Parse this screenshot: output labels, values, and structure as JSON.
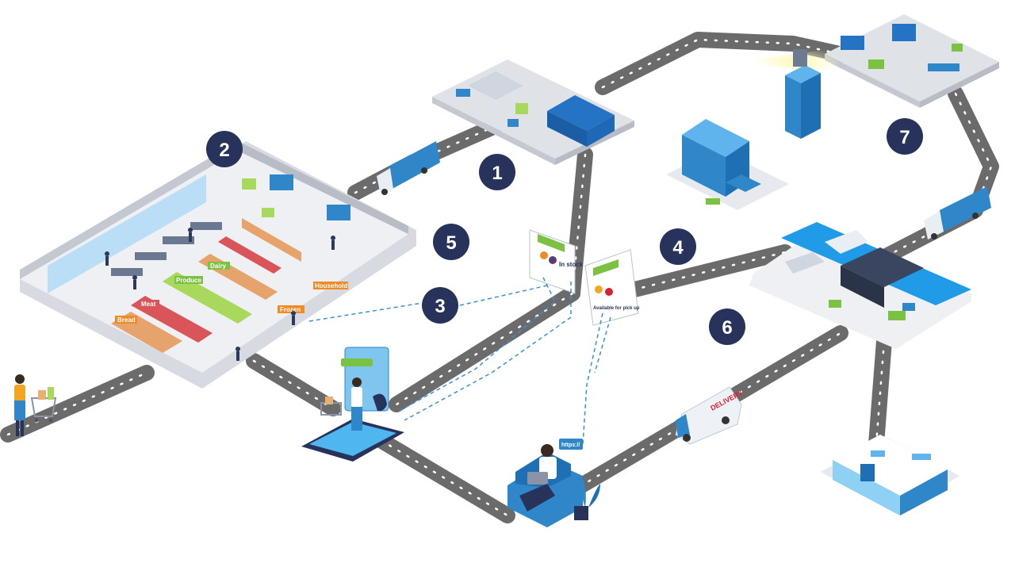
{
  "diagram": {
    "steps": [
      {
        "label": "1"
      },
      {
        "label": "2"
      },
      {
        "label": "3"
      },
      {
        "label": "4"
      },
      {
        "label": "5"
      },
      {
        "label": "6"
      },
      {
        "label": "7"
      }
    ],
    "store_signs": {
      "meat": "Meat",
      "bread": "Bread",
      "produce": "Produce",
      "dairy": "Dairy",
      "household": "Household",
      "frozen": "Frozen"
    },
    "popups": {
      "in_stock": "In stock",
      "pickup": "Available for pick up"
    },
    "delivery_text": "DELIVERY",
    "web_bubble": "https://"
  },
  "colors": {
    "road": "#6b6b6b",
    "road_dash": "#ffffff",
    "badge": "#27335a",
    "brand_blue": "#1f8ad6",
    "light_blue": "#8fd0f5",
    "floor": "#eef0f3",
    "green": "#7cc242",
    "connector": "#3a8fd8",
    "beacon": "#ffe97a"
  }
}
